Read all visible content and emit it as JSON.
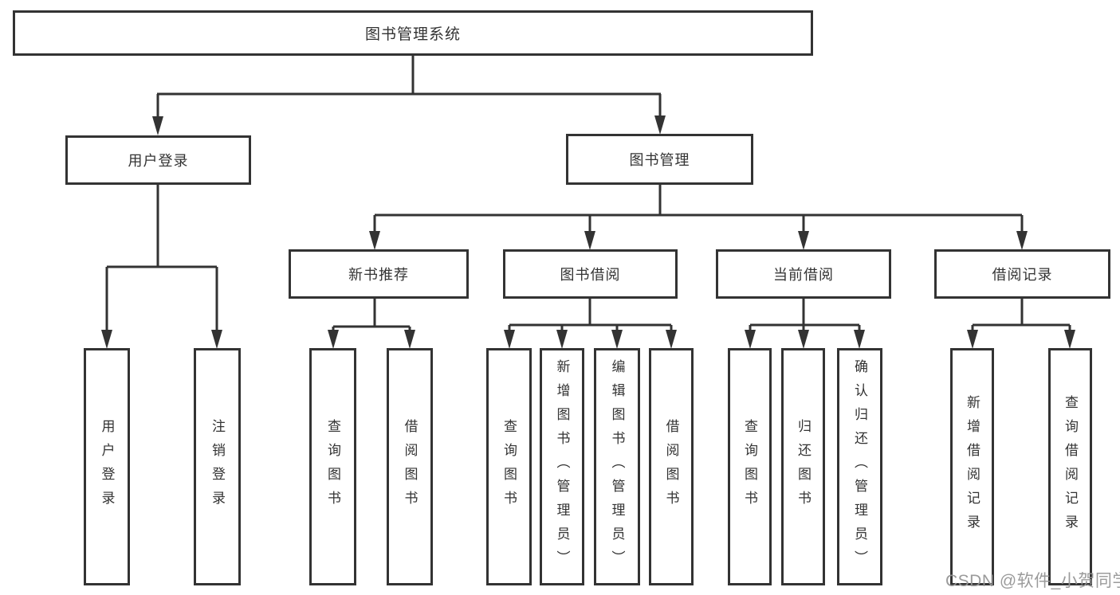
{
  "diagram": {
    "root": {
      "label": "图书管理系统"
    },
    "level2": [
      {
        "label": "用户登录"
      },
      {
        "label": "图书管理"
      }
    ],
    "level3": [
      {
        "label": "新书推荐"
      },
      {
        "label": "图书借阅"
      },
      {
        "label": "当前借阅"
      },
      {
        "label": "借阅记录"
      }
    ],
    "leaves": [
      {
        "label": "用户登录"
      },
      {
        "label": "注销登录"
      },
      {
        "label": "查询图书"
      },
      {
        "label": "借阅图书"
      },
      {
        "label": "查询图书"
      },
      {
        "label": "新增图书（管理员）"
      },
      {
        "label": "编辑图书（管理员）"
      },
      {
        "label": "借阅图书"
      },
      {
        "label": "查询图书"
      },
      {
        "label": "归还图书"
      },
      {
        "label": "确认归还（管理员）"
      },
      {
        "label": "新增借阅记录"
      },
      {
        "label": "查询借阅记录"
      }
    ]
  },
  "watermark": {
    "text": "CSDN @软件_小贺同学"
  },
  "colors": {
    "line": "#333333",
    "text": "#333333",
    "box_background": "#ffffff",
    "watermark": "#969696",
    "background": "#ffffff"
  }
}
